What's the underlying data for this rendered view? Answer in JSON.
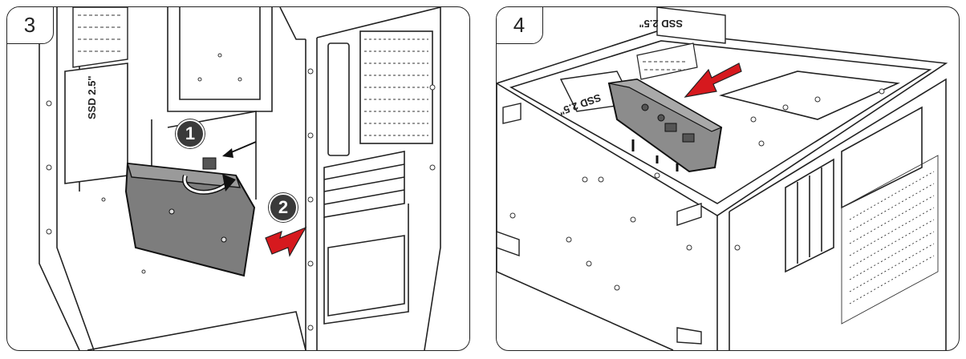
{
  "panels": [
    {
      "step": "3",
      "callouts": [
        "1",
        "2"
      ],
      "labels": [
        "SSD 2.5\""
      ]
    },
    {
      "step": "4",
      "labels": [
        "SSD 2.5\"",
        "SSD 2.5\""
      ]
    }
  ],
  "colors": {
    "arrow_red": "#d6191e",
    "line": "#222222",
    "hdd": "#7d7d7d",
    "bracket": "#8c8c8c"
  },
  "icons": [
    "hdd-drive",
    "ssd-drive",
    "screw",
    "red-arrow",
    "rotate-arrow",
    "pcie-slot-covers",
    "mesh-vent"
  ]
}
